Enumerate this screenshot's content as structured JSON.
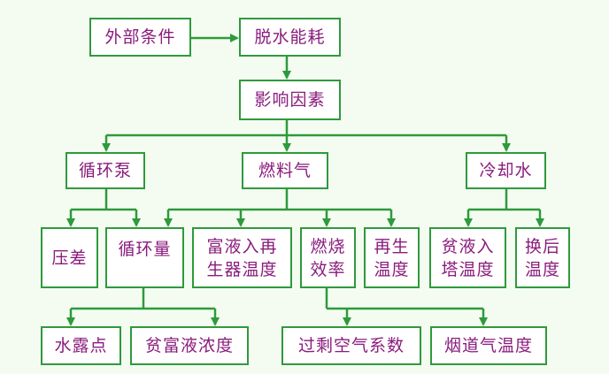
{
  "boxes": {
    "external": "外部条件",
    "energy": "脱水能耗",
    "factors": "影响因素",
    "pump": "循环泵",
    "fuel_gas": "燃料气",
    "cooling_water": "冷却水",
    "pressure_diff": "压差",
    "circulation": "循环量",
    "rich_regen_1": "富液入再",
    "rich_regen_2": "生器温度",
    "fuel_eff_1": "燃烧",
    "fuel_eff_2": "效率",
    "regen_1": "再生",
    "regen_2": "温度",
    "lean_1": "贫液入",
    "lean_2": "塔温度",
    "swap_1": "换后",
    "swap_2": "温度",
    "dew_point": "水露点",
    "lean_conc": "贫富液浓度",
    "excess_air": "过剩空气系数",
    "flue_temp": "烟道气温度"
  },
  "colors": {
    "line": "#2e9a3c",
    "text": "#8a1c7c",
    "background": "#f4fcf1"
  }
}
